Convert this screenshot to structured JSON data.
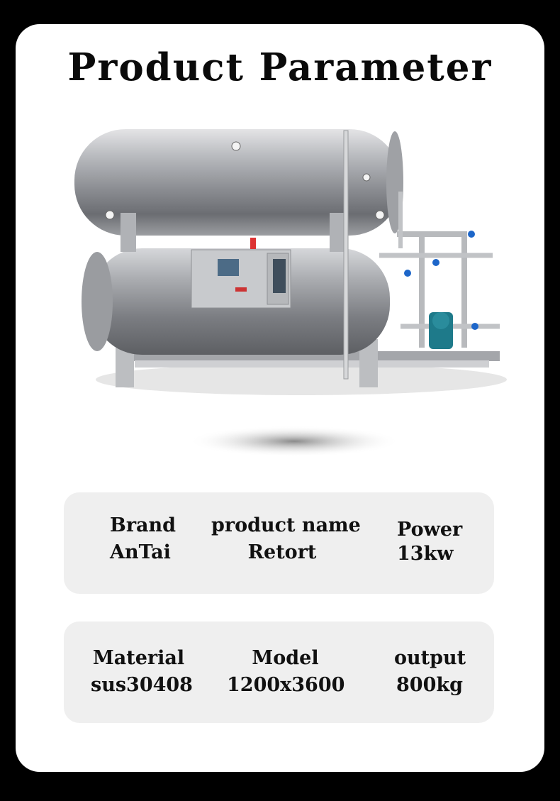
{
  "title": "Product Parameter",
  "parameters_row1": [
    {
      "label": "Brand",
      "value": "AnTai"
    },
    {
      "label": "product name",
      "value": "Retort"
    },
    {
      "label": "Power",
      "value": "13kw"
    }
  ],
  "parameters_row2": [
    {
      "label": "Material",
      "value": "sus30408"
    },
    {
      "label": "Model",
      "value": "1200x3600"
    },
    {
      "label": "output",
      "value": "800kg"
    }
  ]
}
